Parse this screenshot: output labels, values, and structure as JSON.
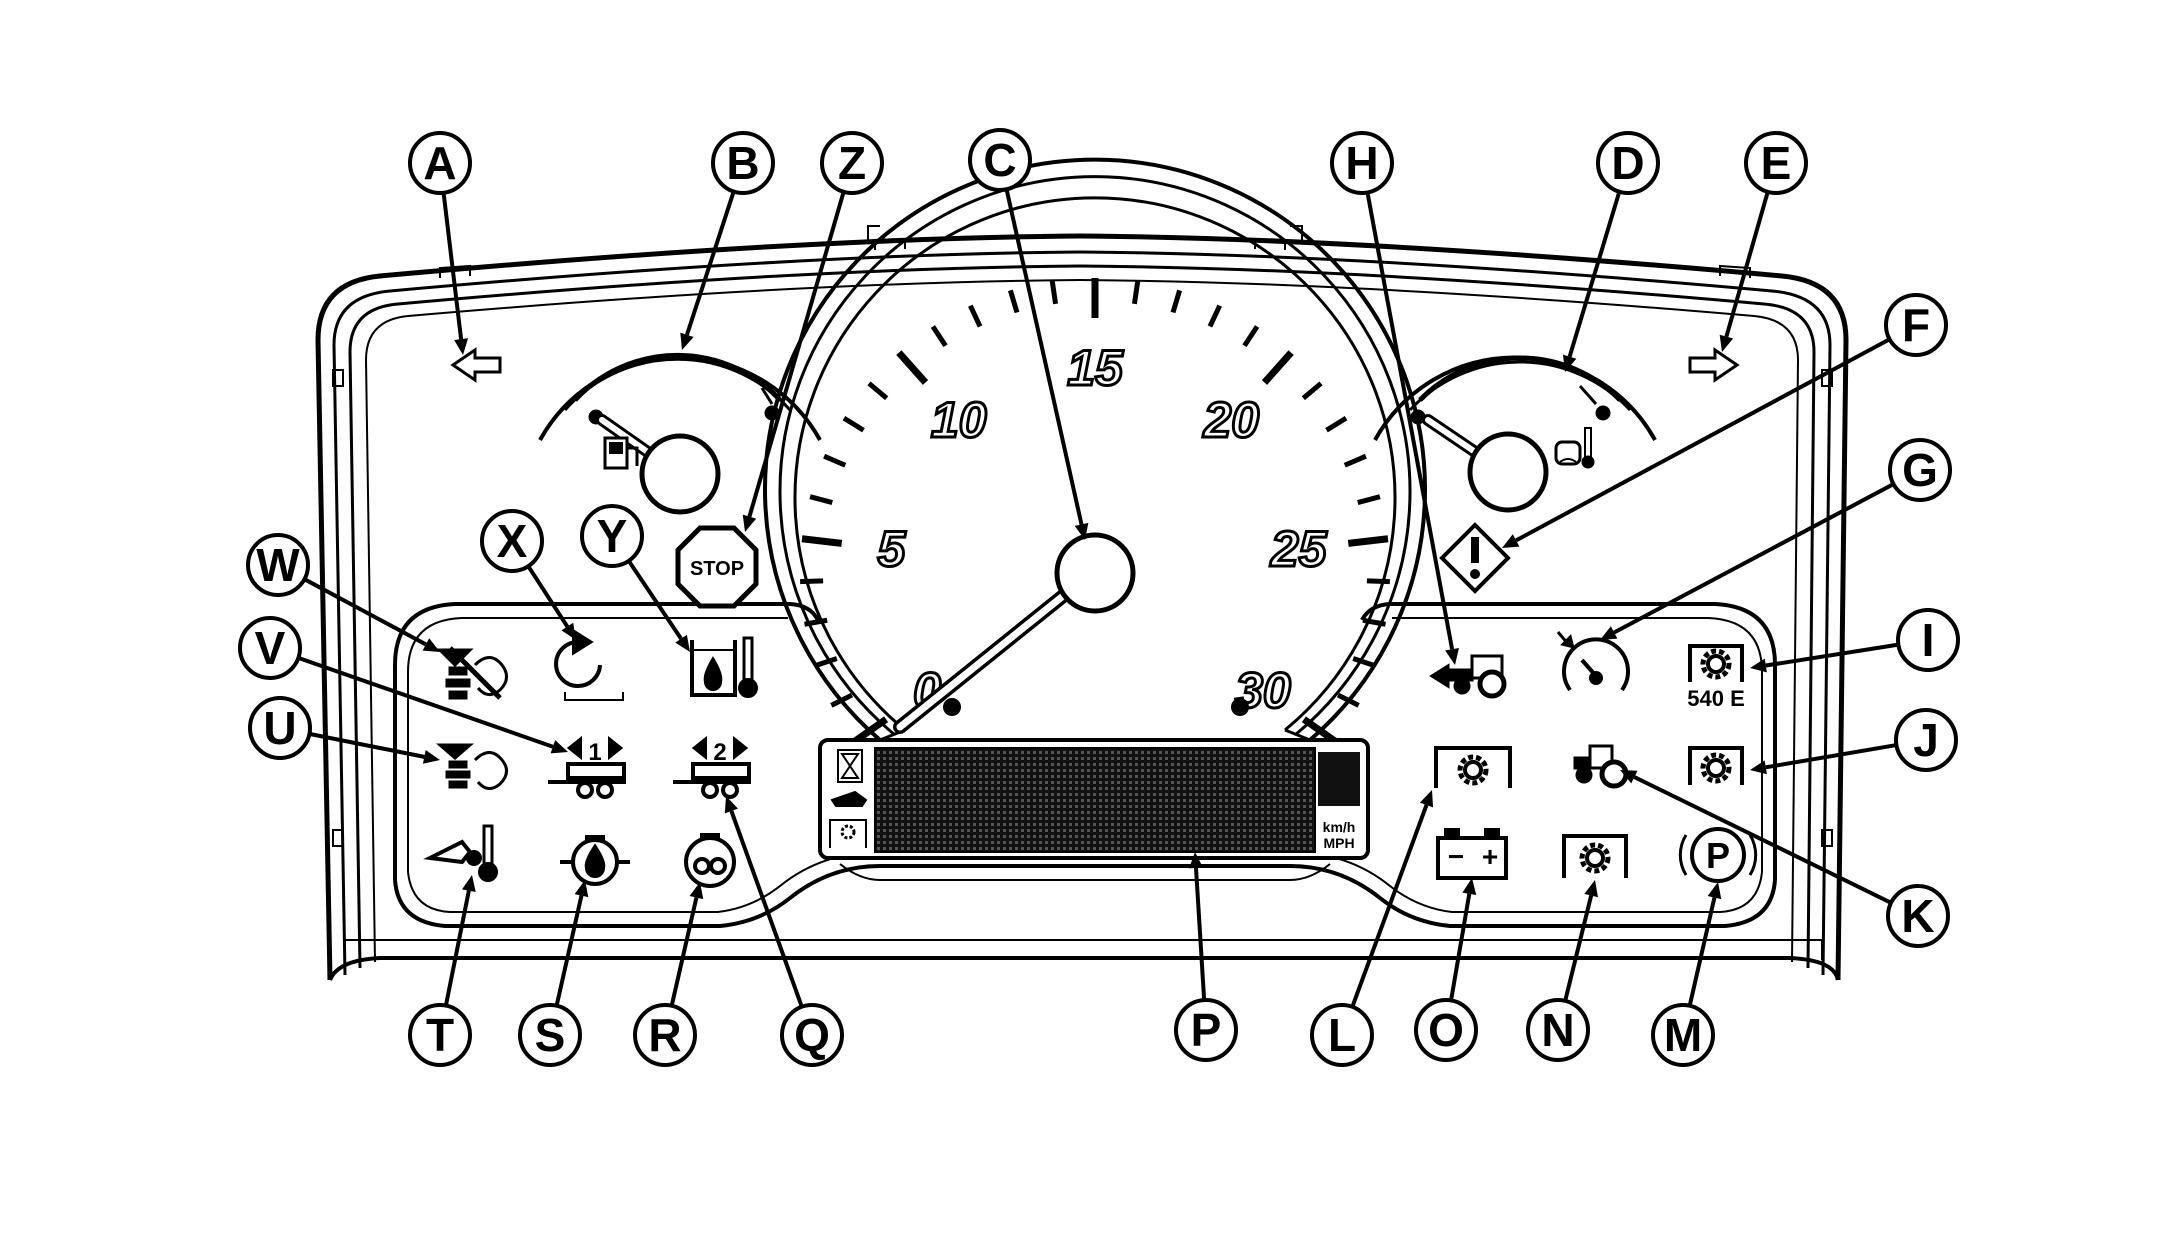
{
  "speedometer": {
    "labels": [
      "0",
      "5",
      "10",
      "15",
      "20",
      "25",
      "30"
    ]
  },
  "icons": {
    "stop_text": "STOP",
    "pto_540_text": "540 E",
    "display_unit_kmh": "km/h",
    "display_unit_mph": "MPH",
    "park_text": "P",
    "gear1_text": "1",
    "gear2_text": "2",
    "battery_minus": "−",
    "battery_plus": "+"
  },
  "callouts": [
    {
      "letter": "A"
    },
    {
      "letter": "B"
    },
    {
      "letter": "Z"
    },
    {
      "letter": "C"
    },
    {
      "letter": "H"
    },
    {
      "letter": "D"
    },
    {
      "letter": "E"
    },
    {
      "letter": "F"
    },
    {
      "letter": "G"
    },
    {
      "letter": "I"
    },
    {
      "letter": "J"
    },
    {
      "letter": "K"
    },
    {
      "letter": "W"
    },
    {
      "letter": "X"
    },
    {
      "letter": "Y"
    },
    {
      "letter": "V"
    },
    {
      "letter": "U"
    },
    {
      "letter": "T"
    },
    {
      "letter": "S"
    },
    {
      "letter": "R"
    },
    {
      "letter": "Q"
    },
    {
      "letter": "P"
    },
    {
      "letter": "L"
    },
    {
      "letter": "O"
    },
    {
      "letter": "N"
    },
    {
      "letter": "M"
    }
  ]
}
